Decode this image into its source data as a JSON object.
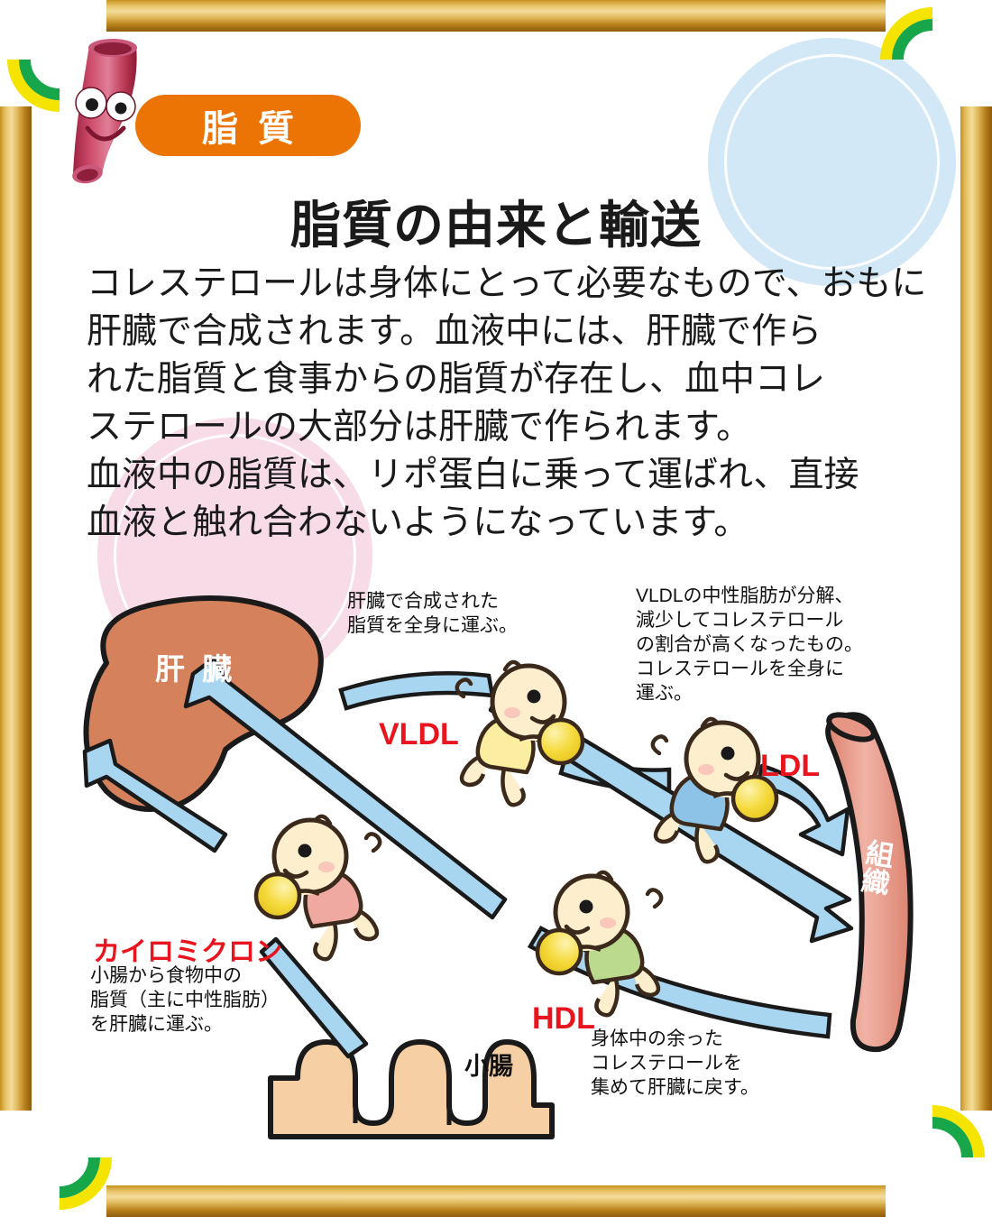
{
  "theme": {
    "badge_bg": "#ec7404",
    "accent_red": "#e8141e",
    "liver_fill": "#d4815c",
    "intestine_fill": "#f7cfa4",
    "tissue_fill": "#e79584",
    "arrow_fill": "#a8d5ef",
    "bg_blue": "#d3e8f7",
    "bg_pink": "#f7dbe7",
    "frame_gold": "#d8a83c",
    "frame_green": "#18a64a",
    "frame_yellow": "#f5e400"
  },
  "header": {
    "badge_label": "脂質",
    "mascot_name": "blood-vessel-mascot"
  },
  "title": "脂質の由来と輸送",
  "body_lines": [
    "コレステロールは身体にとって必要なもので、おもに",
    "肝臓で合成されます。血液中には、肝臓で作ら",
    "れた脂質と食事からの脂質が存在し、血中コレ",
    "ステロールの大部分は肝臓で作られます。",
    "血液中の脂質は、リポ蛋白に乗って運ばれ、直接",
    "血液と触れ合わないようになっています。"
  ],
  "diagram": {
    "organs": [
      {
        "name": "liver",
        "label": "肝 臓"
      },
      {
        "name": "small-intestine",
        "label": "小腸"
      },
      {
        "name": "tissue",
        "label": "組織"
      }
    ],
    "lipoproteins": [
      {
        "name": "vldl",
        "label": "VLDL",
        "note": "肝臓で合成された\n脂質を全身に運ぶ。",
        "dress_color": "#fbeea0"
      },
      {
        "name": "ldl",
        "label": "LDL",
        "note": "VLDLの中性脂肪が分解、\n減少してコレステロール\nの割合が高くなったもの。\nコレステロールを全身に\n運ぶ。",
        "dress_color": "#8ec3e8"
      },
      {
        "name": "hdl",
        "label": "HDL",
        "note": "身体中の余った\nコレステロールを\n集めて肝臓に戻す。",
        "dress_color": "#bcda8e"
      },
      {
        "name": "chylomicron",
        "label": "カイロミクロン",
        "note": "小腸から食物中の\n脂質（主に中性脂肪）\nを肝臓に運ぶ。",
        "dress_color": "#f0a9a1"
      }
    ]
  },
  "chart_data": {
    "type": "diagram",
    "title": "脂質の由来と輸送",
    "nodes": [
      {
        "id": "liver",
        "label": "肝 臓"
      },
      {
        "id": "small-intestine",
        "label": "小腸"
      },
      {
        "id": "tissue",
        "label": "組織"
      },
      {
        "id": "vldl",
        "label": "VLDL"
      },
      {
        "id": "ldl",
        "label": "LDL"
      },
      {
        "id": "hdl",
        "label": "HDL"
      },
      {
        "id": "chylomicron",
        "label": "カイロミクロン"
      }
    ],
    "edges": [
      {
        "from": "liver",
        "to": "vldl",
        "note": "肝臓で合成された脂質を全身に運ぶ。"
      },
      {
        "from": "vldl",
        "to": "ldl",
        "note": "VLDLの中性脂肪が分解、減少してコレステロールの割合が高くなったもの。"
      },
      {
        "from": "ldl",
        "to": "tissue",
        "note": "コレステロールを全身に運ぶ。"
      },
      {
        "from": "tissue",
        "to": "hdl",
        "note": "身体中の余ったコレステロールを集めて肝臓に戻す。"
      },
      {
        "from": "hdl",
        "to": "liver",
        "note": "集めて肝臓に戻す。"
      },
      {
        "from": "small-intestine",
        "to": "chylomicron",
        "note": "小腸から食物中の脂質（主に中性脂肪）を肝臓に運ぶ。"
      },
      {
        "from": "chylomicron",
        "to": "liver",
        "note": "を肝臓に運ぶ。"
      }
    ]
  }
}
